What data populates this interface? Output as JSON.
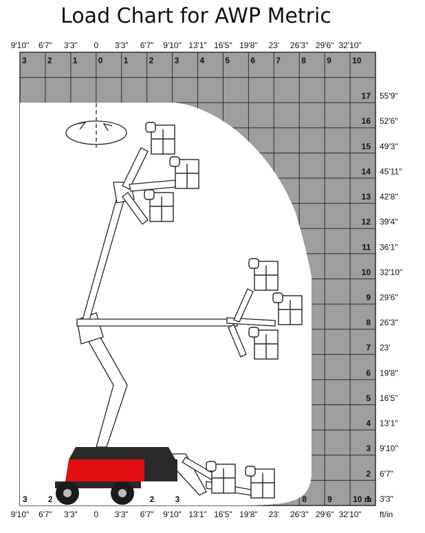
{
  "title": "Load Chart for AWP Metric",
  "top_ft_labels": [
    "9'10\"",
    "6'7\"",
    "3'3\"",
    "0",
    "3'3\"",
    "6'7\"",
    "9'10\"",
    "13'1\"",
    "16'5\"",
    "19'8\"",
    "23'",
    "26'3\"",
    "29'6\"",
    "32'10\""
  ],
  "top_m_labels": [
    "3",
    "2",
    "1",
    "0",
    "1",
    "2",
    "3",
    "4",
    "5",
    "6",
    "7",
    "8",
    "9",
    "10"
  ],
  "right_m_labels": [
    "17",
    "16",
    "15",
    "14",
    "13",
    "12",
    "11",
    "10",
    "9",
    "8",
    "7",
    "6",
    "5",
    "4",
    "3",
    "2",
    "1"
  ],
  "right_ft_labels": [
    "55'9\"",
    "52'6\"",
    "49'3\"",
    "45'11\"",
    "42'8\"",
    "39'4\"",
    "36'1\"",
    "32'10\"",
    "29'6\"",
    "26'3\"",
    "23'",
    "19'8\"",
    "16'5\"",
    "13'1\"",
    "9'10\"",
    "6'7\"",
    "3'3\""
  ],
  "bottom_m_labels": [
    "3",
    "2",
    "",
    "",
    "",
    "2",
    "3",
    "",
    "",
    "",
    "",
    "8",
    "9",
    "10 m"
  ],
  "bottom_ft_labels": [
    "9'10\"",
    "6'7\"",
    "3'3\"",
    "0",
    "3'3\"",
    "6'7\"",
    "9'10\"",
    "13'1\"",
    "16'5\"",
    "19'8\"",
    "23'",
    "26'3\"",
    "29'6\"",
    "32'10\""
  ],
  "unit_label": "ft/in",
  "colors": {
    "grid_fill": "#9e9e9e",
    "grid_line": "#2b2b2b",
    "machine_red": "#e10f12",
    "machine_dark": "#2a2a2a"
  }
}
